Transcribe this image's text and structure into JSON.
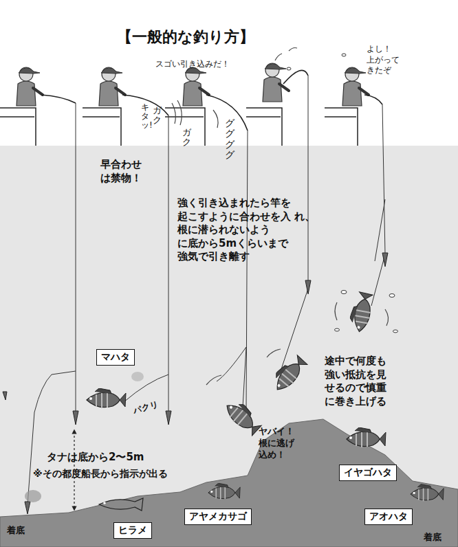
{
  "diagram": {
    "title": "【一般的な釣り方】",
    "nodes": [
      {
        "text": [
          "マハタ"
        ]
      },
      {
        "text": [
          "イヤゴハタ"
        ]
      },
      {
        "text": [
          "ヒラメ"
        ]
      },
      {
        "text": [
          "アヤメカサゴ"
        ]
      },
      {
        "text": [
          "アオハタ"
        ]
      }
    ],
    "labels": [
      "スゴい引き込みだ！",
      "よし！ 上がって きたぞ",
      "キタッ!",
      "ガク",
      "ガク",
      "ググググ",
      "早合わせ は禁物！",
      "強く引き込まれたら竿を 起こすように合わせを入 れ、根に潜られないよう に底から5mくらいまで 強気で引き離す",
      "パクリ",
      "タナは底から2〜5m",
      "※その都度船長から指示が出る",
      "ヤバイ！ 根に逃げ 込め！",
      "途中で何度も 強い抵抗を見 せるので慎重 に巻き上げる",
      "着底",
      "着底"
    ]
  }
}
